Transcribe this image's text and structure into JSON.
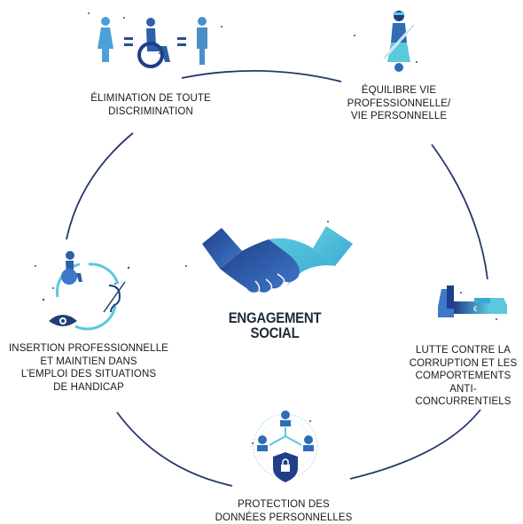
{
  "center": {
    "title": "ENGAGEMENT\nSOCIAL",
    "icon": "handshake-icon"
  },
  "items": [
    {
      "id": "discrimination",
      "label": "ÉLIMINATION DE TOUTE\nDISCRIMINATION",
      "icon": "equality-people-icon"
    },
    {
      "id": "equilibre",
      "label": "ÉQUILIBRE VIE\nPROFESSIONNELLE/\nVIE PERSONNELLE",
      "icon": "work-life-balance-icon"
    },
    {
      "id": "corruption",
      "label": "LUTTE CONTRE LA\nCORRUPTION ET LES\nCOMPORTEMENTS\nANTI-CONCURRENTIELS",
      "icon": "anti-corruption-icon"
    },
    {
      "id": "donnees",
      "label": "PROTECTION DES\nDONNÉES PERSONNELLES",
      "icon": "data-protection-icon"
    },
    {
      "id": "handicap",
      "label": "INSERTION PROFESSIONNELLE\nET MAINTIEN DANS\nL’EMPLOI DES SITUATIONS\nDE HANDICAP",
      "icon": "disability-inclusion-icon"
    }
  ],
  "colors": {
    "dark_blue": "#1f3f7a",
    "mid_blue": "#2f6db5",
    "light_blue": "#4ab8d8",
    "cyan": "#5cc8dc",
    "ring": "#24386b"
  }
}
